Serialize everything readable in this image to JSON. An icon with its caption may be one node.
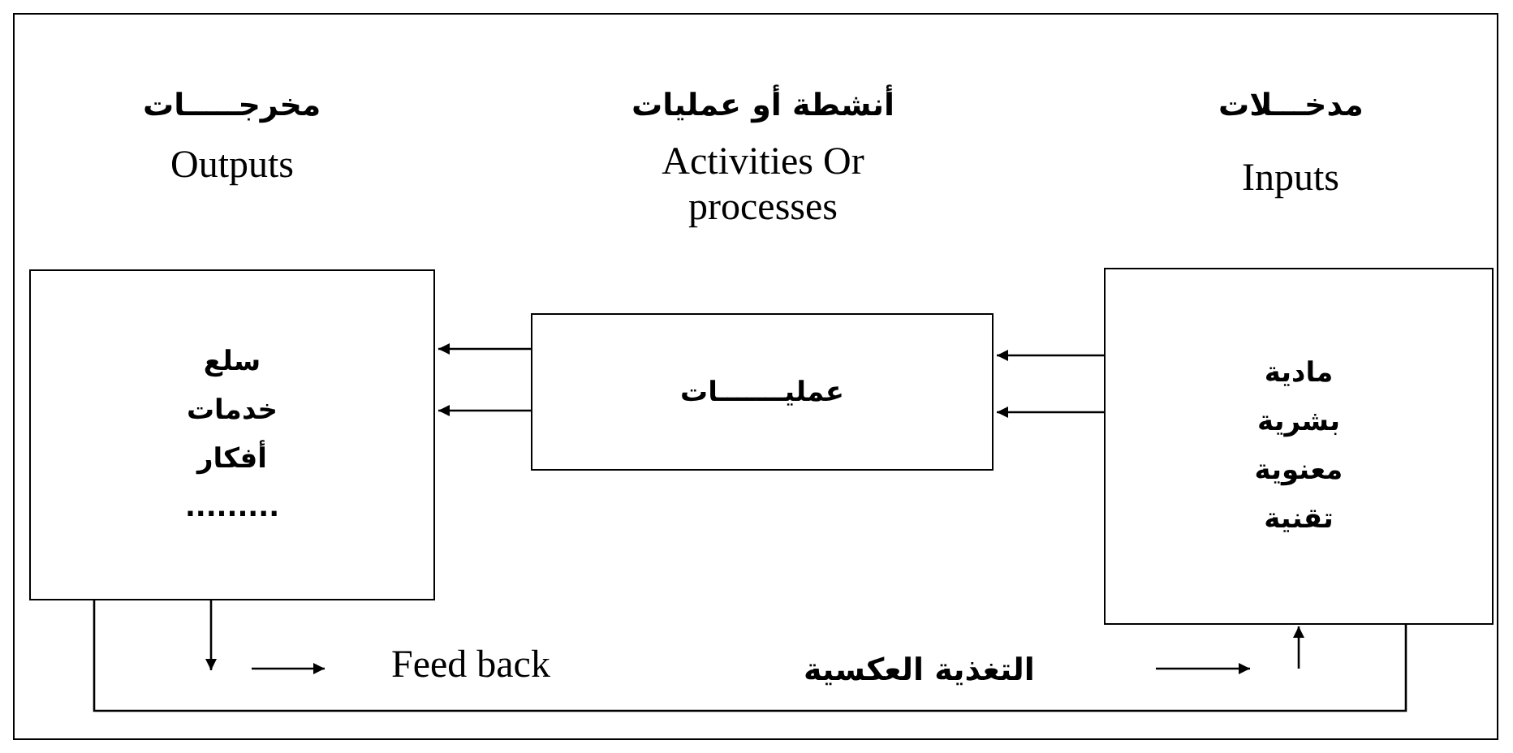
{
  "diagram": {
    "nodes": [
      {
        "text": [
          "سلع",
          "خدمات",
          "أفكار",
          "........."
        ]
      },
      {
        "text": [
          "عمليـــــــات"
        ]
      },
      {
        "text": [
          "مادية",
          "بشرية",
          "معنوية",
          "تقنية"
        ]
      }
    ],
    "edges": [
      {
        "from": 2,
        "to": 1,
        "arrow": "to"
      },
      {
        "from": 2,
        "to": 1,
        "arrow": "to"
      },
      {
        "from": 1,
        "to": 0,
        "arrow": "to"
      },
      {
        "from": 1,
        "to": 0,
        "arrow": "to"
      },
      {
        "from": 0,
        "to": null,
        "arrow": "to"
      },
      {
        "from": 0,
        "to": 2,
        "arrow": "none"
      },
      {
        "from": null,
        "to": 2,
        "arrow": "to"
      }
    ],
    "labels": [
      "مخرجـــــات",
      "Outputs",
      "أنشطة أو عمليات",
      "Activities Or processes",
      "مدخـــلات",
      "Inputs",
      "Feed back",
      "التغذية العكسية"
    ]
  }
}
